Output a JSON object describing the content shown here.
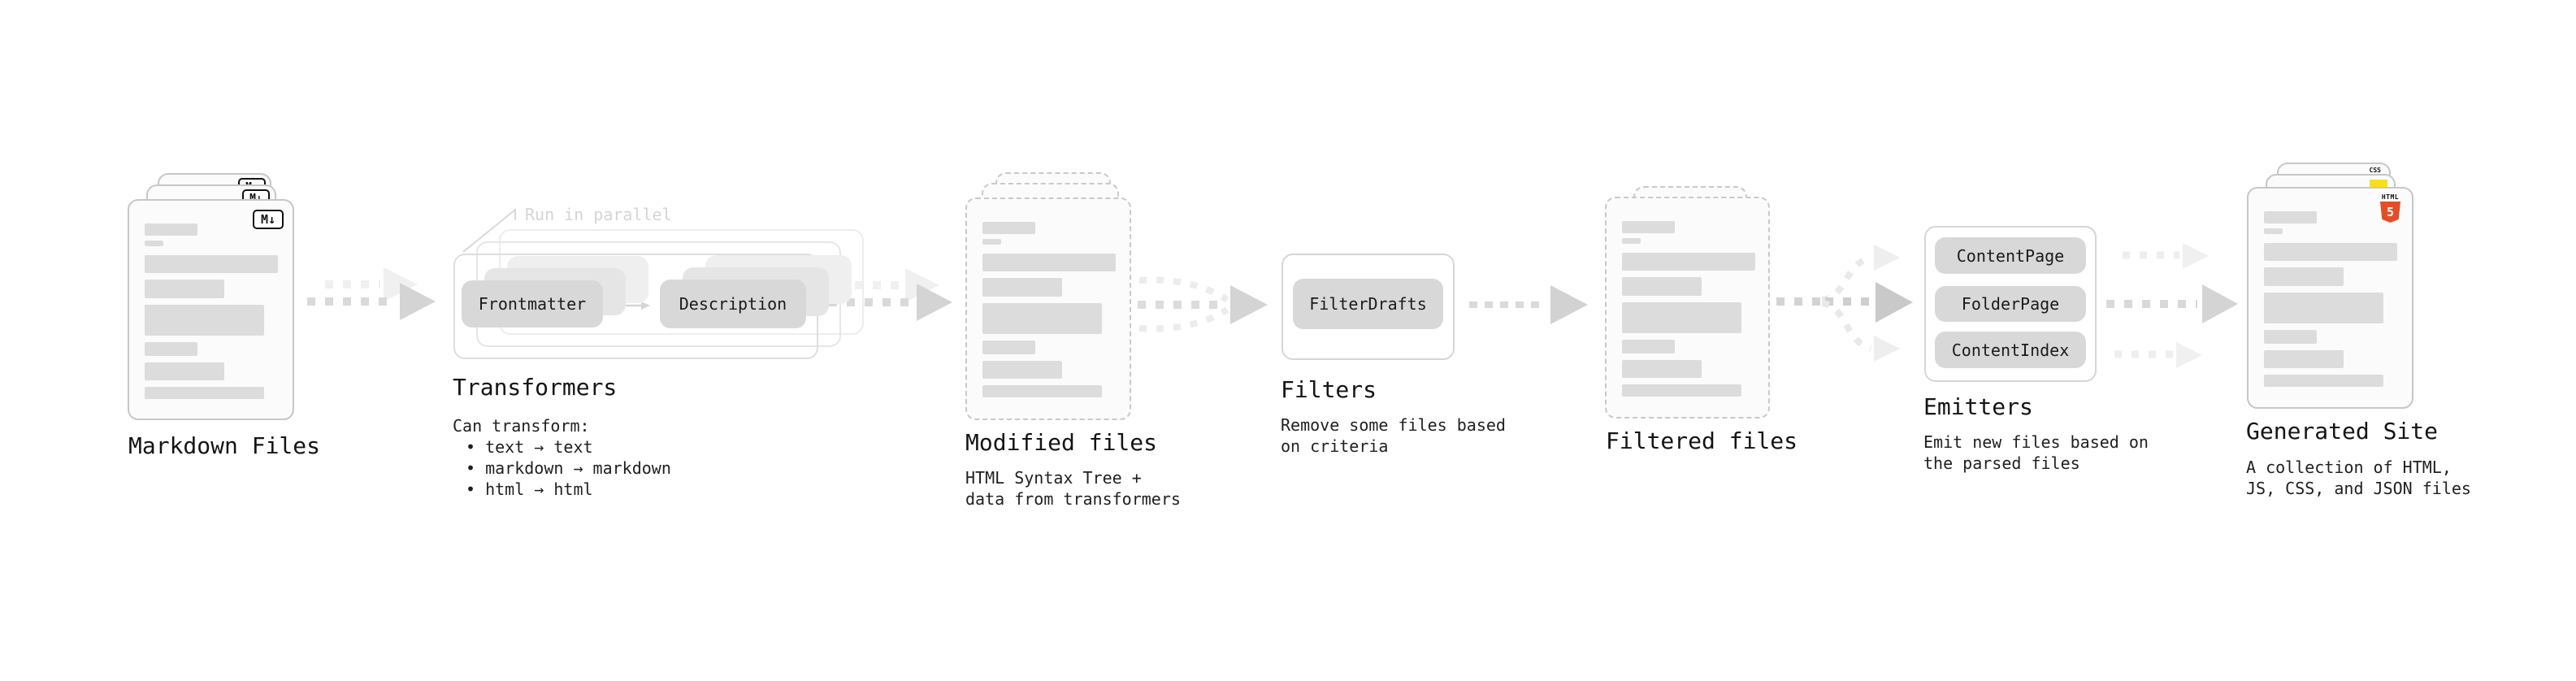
{
  "stations": {
    "markdown": {
      "title": "Markdown Files"
    },
    "transformers": {
      "title": "Transformers",
      "note": "Run in parallel",
      "desc_heading": "Can transform:",
      "bullets": [
        "• text → text",
        "• markdown → markdown",
        "• html → html"
      ],
      "pill_left": "Frontmatter",
      "pill_right": "Description"
    },
    "modified": {
      "title": "Modified files",
      "desc": [
        "HTML Syntax Tree +",
        "data from transformers"
      ]
    },
    "filters": {
      "title": "Filters",
      "desc": [
        "Remove some files based",
        "on criteria"
      ],
      "pill": "FilterDrafts"
    },
    "filtered": {
      "title": "Filtered files"
    },
    "emitters": {
      "title": "Emitters",
      "desc": [
        "Emit new files based on",
        "the parsed files"
      ],
      "pills": [
        "ContentPage",
        "FolderPage",
        "ContentIndex"
      ]
    },
    "generated": {
      "title": "Generated Site",
      "desc": [
        "A collection of HTML,",
        "JS, CSS, and JSON files"
      ]
    }
  },
  "icons": {
    "markdown_badge": "M↓",
    "html5_label": "HTML",
    "html5_number": "5",
    "css_label": "CSS"
  },
  "colors": {
    "html5_orange": "#e44d26",
    "js_yellow": "#f7df1e",
    "css_blue": "#2d6bf2",
    "pill_gray": "#d8d8d8",
    "placeholder_bar_gray": "#dcdcdc",
    "arrow_gray": "#d4d4d4",
    "arrow_light_gray": "#efefef",
    "note_gray": "#d5d5d5"
  }
}
